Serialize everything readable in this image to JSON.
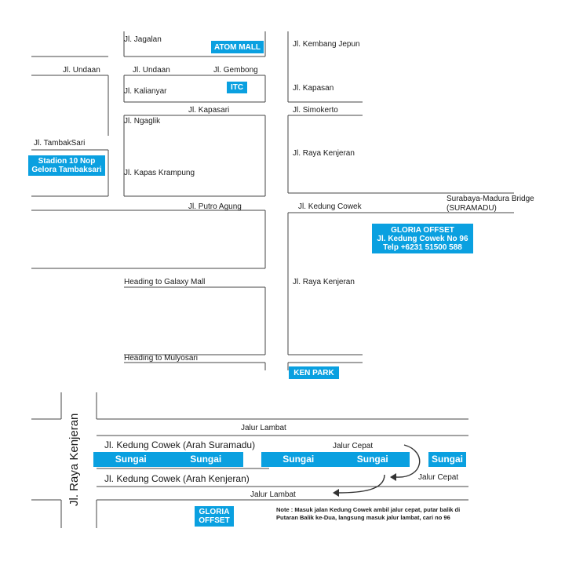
{
  "colors": {
    "road_line": "#444444",
    "label_box": "#0aa0e0",
    "label_text": "#ffffff"
  },
  "streets": {
    "jagalan": "Jl. Jagalan",
    "kembang_jepun": "Jl. Kembang Jepun",
    "undaan_left": "Jl. Undaan",
    "undaan": "Jl. Undaan",
    "gembong": "Jl. Gembong",
    "kalianyar": "Jl. Kalianyar",
    "kapasan": "Jl. Kapasan",
    "kapasari": "Jl. Kapasari",
    "simokerto": "Jl. Simokerto",
    "ngaglik": "Jl. Ngaglik",
    "tambaksari": "Jl. TambakSari",
    "raya_kenjeran_1": "Jl. Raya Kenjeran",
    "kapas_krampung": "Jl. Kapas Krampung",
    "bridge_line1": "Surabaya-Madura Bridge",
    "bridge_line2": "(SURAMADU)",
    "putro_agung": "Jl. Putro Agung",
    "kedung_cowek": "Jl. Kedung Cowek",
    "galaxy": "Heading to Galaxy Mall",
    "raya_kenjeran_2": "Jl. Raya Kenjeran",
    "mulyosari": "Heading to Mulyosari"
  },
  "landmarks": {
    "atom_mall": "ATOM MALL",
    "itc": "ITC",
    "stadion_line1": "Stadion 10 Nop",
    "stadion_line2": "Gelora Tambaksari",
    "gloria_line1": "GLORIA OFFSET",
    "gloria_line2": "Jl. Kedung Cowek No 96",
    "gloria_line3": "Telp +6231 51500 588",
    "ken_park": "KEN PARK"
  },
  "detail": {
    "raya_kenjeran_vertical": "Jl. Raya Kenjeran",
    "jalur_lambat_top": "Jalur Lambat",
    "kedung_cowek_suramadu": "Jl. Kedung Cowek (Arah Suramadu)",
    "jalur_cepat_top": "Jalur Cepat",
    "sungai_1": "Sungai",
    "sungai_2": "Sungai",
    "sungai_3": "Sungai",
    "sungai_4": "Sungai",
    "sungai_5": "Sungai",
    "kedung_cowek_kenjeran": "Jl. Kedung Cowek (Arah Kenjeran)",
    "jalur_cepat_bottom": "Jalur Cepat",
    "jalur_lambat_bottom": "Jalur Lambat",
    "gloria_line1": "GLORIA",
    "gloria_line2": "OFFSET",
    "note_line1": "Note : Masuk jalan Kedung Cowek ambil jalur cepat, putar balik di",
    "note_line2": "Putaran Balik ke-Dua, langsung masuk jalur lambat, cari no 96"
  }
}
